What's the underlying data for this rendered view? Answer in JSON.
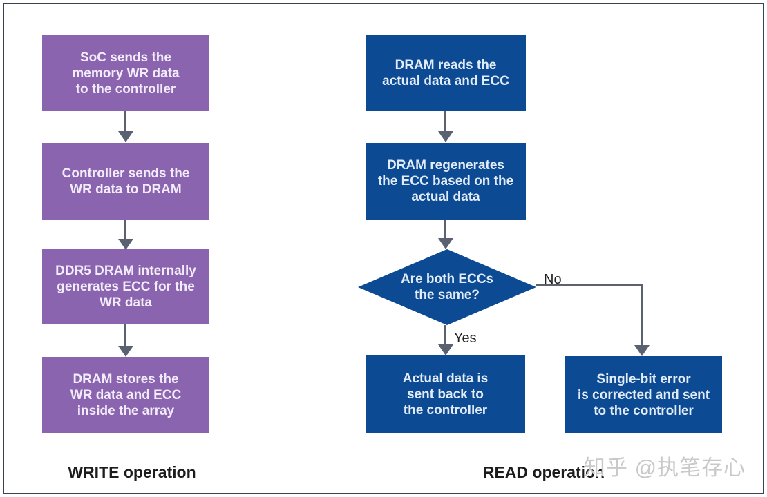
{
  "write_column": {
    "title": "WRITE operation",
    "steps": [
      "SoC sends the\nmemory WR data\nto the controller",
      "Controller sends the\nWR data to DRAM",
      "DDR5 DRAM internally\ngenerates ECC for the\nWR data",
      "DRAM stores the\nWR data and ECC\ninside the array"
    ]
  },
  "read_column": {
    "title": "READ operation",
    "steps": [
      "DRAM reads the\nactual data and ECC",
      "DRAM regenerates\nthe ECC based on the\nactual data"
    ],
    "decision": "Are both ECCs\nthe same?",
    "yes_label": "Yes",
    "no_label": "No",
    "yes_outcome": "Actual data is\nsent back to\nthe controller",
    "no_outcome": "Single-bit error\nis corrected and sent\nto the controller"
  },
  "watermark": "知乎 @执笔存心",
  "colors": {
    "write_box": "#8a64af",
    "read_box": "#0d4a94",
    "write_box_text": "#f2ebf9",
    "read_box_text": "#e2ecf8",
    "arrow": "#5a6170",
    "frame_border": "#3a4352",
    "title_text": "#1c1c1c",
    "watermark_text": "#c9c9c9",
    "background": "#ffffff"
  }
}
